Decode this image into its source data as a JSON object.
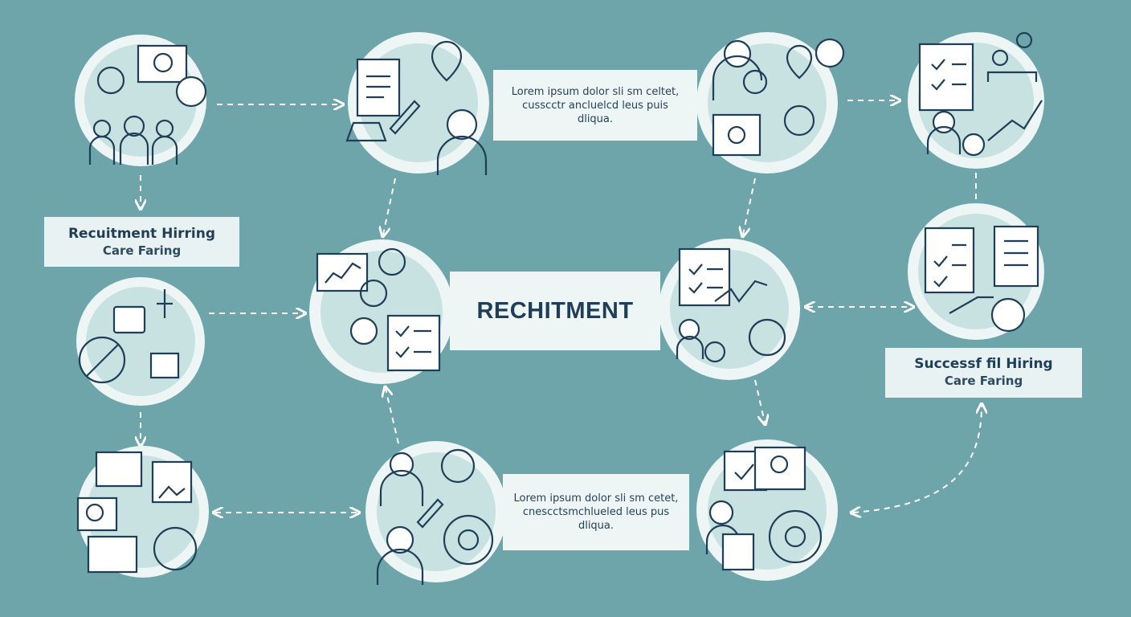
{
  "labels": {
    "left_top": {
      "line1": "Recuitment Hirring",
      "line2": "Care Faring"
    },
    "right": {
      "line1": "Successf fil Hiring",
      "line2": "Care Faring"
    }
  },
  "banners": {
    "top": {
      "text": "Lorem ipsum dolor sli sm celtet, cusscctr ancluelcd leus puis dliqua."
    },
    "bottom": {
      "text": "Lorem ipsum dolor sli sm cetet, cnescctsmchlueled leus pus dliqua."
    }
  },
  "center_title": "RECHITMENT",
  "colors": {
    "background": "#6ea5ab",
    "circle_fill": "#eef5f5",
    "circle_inner": "#a9cfd0",
    "line": "#1f3e57",
    "arrow": "#ffffff"
  }
}
